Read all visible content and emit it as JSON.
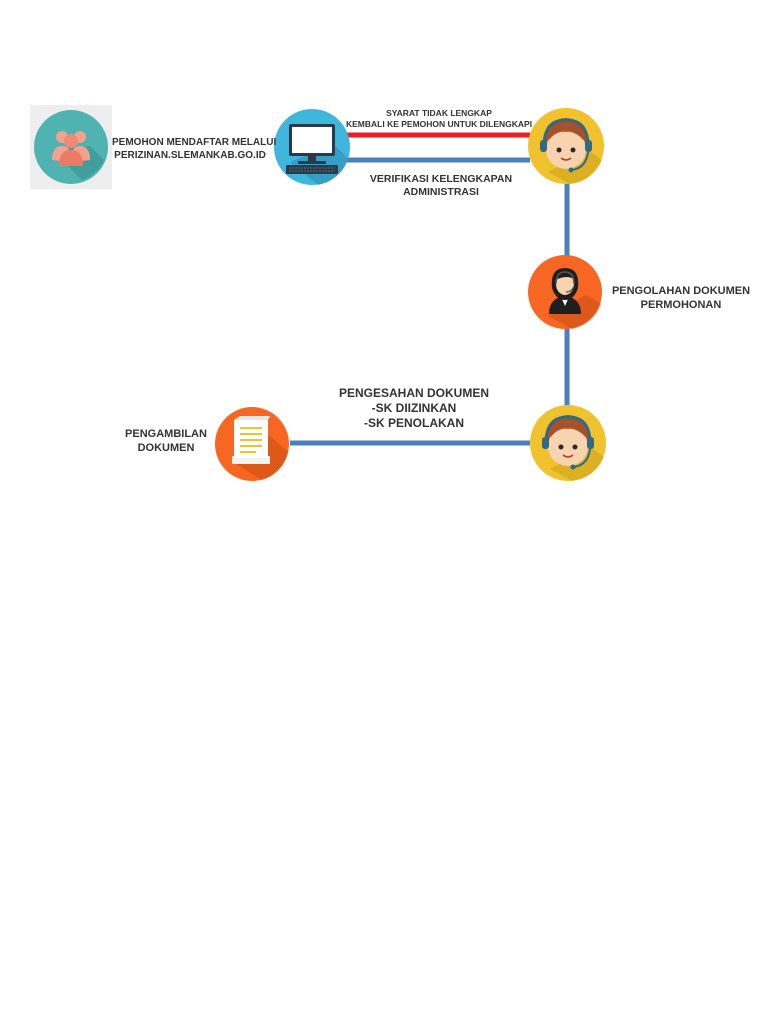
{
  "colors": {
    "teal": "#4fb3b1",
    "blue_node": "#3fb6dc",
    "yellow": "#f0c22e",
    "orange": "#f76623",
    "connector": "#4d7fbf",
    "reject_line": "#ee1c24",
    "label_text": "#333333"
  },
  "nodes": {
    "applicant": {
      "icon": "group-icon",
      "label_lines": [
        "PEMOHON MENDAFTAR MELALUI",
        "PERIZINAN.SLEMANKAB.GO.ID"
      ]
    },
    "computer": {
      "icon": "computer-icon"
    },
    "operator_top": {
      "icon": "headset-operator-icon"
    },
    "processing": {
      "icon": "female-operator-icon",
      "label_lines": [
        "PENGOLAHAN DOKUMEN",
        "PERMOHONAN"
      ]
    },
    "operator_bottom": {
      "icon": "headset-operator-icon"
    },
    "pickup": {
      "icon": "document-stack-icon",
      "label_lines": [
        "PENGAMBILAN",
        "DOKUMEN"
      ]
    }
  },
  "edges": {
    "reject": {
      "label_lines": [
        "SYARAT TIDAK LENGKAP",
        "KEMBALI KE PEMOHON UNTUK DILENGKAPI"
      ]
    },
    "verify": {
      "label_lines": [
        "VERIFIKASI KELENGKAPAN",
        "ADMINISTRASI"
      ]
    },
    "approval": {
      "label_lines": [
        "PENGESAHAN DOKUMEN",
        "-SK DIIZINKAN",
        "-SK PENOLAKAN"
      ]
    }
  }
}
